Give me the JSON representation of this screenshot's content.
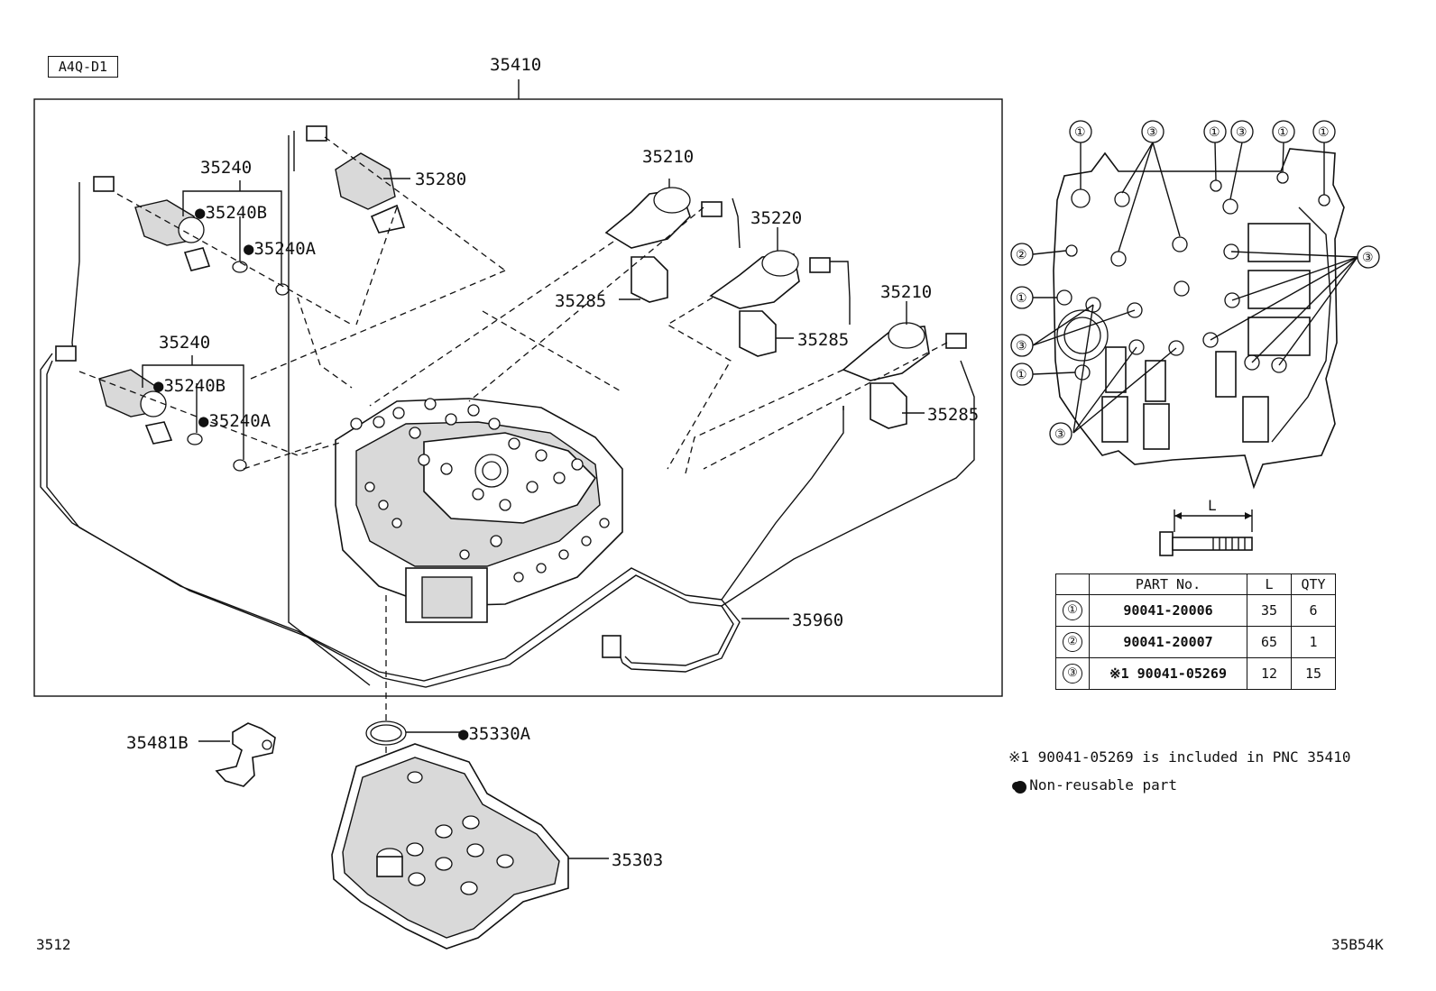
{
  "tag": "A4Q-D1",
  "callouts": {
    "p35410": "35410",
    "p35240_top": "35240",
    "p35240B_top": "●35240B",
    "p35240A_top": "●35240A",
    "p35280": "35280",
    "p35210_top": "35210",
    "p35220": "35220",
    "p35285_a": "35285",
    "p35285_b": "35285",
    "p35210_mid": "35210",
    "p35285_c": "35285",
    "p35240_low": "35240",
    "p35240B_low": "●35240B",
    "p35240A_low": "●35240A",
    "p35960": "35960",
    "p35481B": "35481B",
    "p35330A": "●35330A",
    "p35303": "35303",
    "dim_L": "L"
  },
  "marker_labels": [
    "①",
    "③",
    "①",
    "③",
    "①",
    "①",
    "②",
    "①",
    "③",
    "①",
    "③",
    "③"
  ],
  "parts_table": {
    "headers": [
      "",
      "PART No.",
      "L",
      "QTY"
    ],
    "rows": [
      {
        "ref": "①",
        "part_no": "90041-20006",
        "L": "35",
        "qty": "6"
      },
      {
        "ref": "②",
        "part_no": "90041-20007",
        "L": "65",
        "qty": "1"
      },
      {
        "ref": "③",
        "part_no": "※1 90041-05269",
        "L": "12",
        "qty": "15"
      }
    ]
  },
  "notes": {
    "note1": "※1 90041-05269 is included in PNC 35410",
    "note2": "● Non-reusable part"
  },
  "footer": {
    "left": "3512",
    "right": "35B54K"
  }
}
